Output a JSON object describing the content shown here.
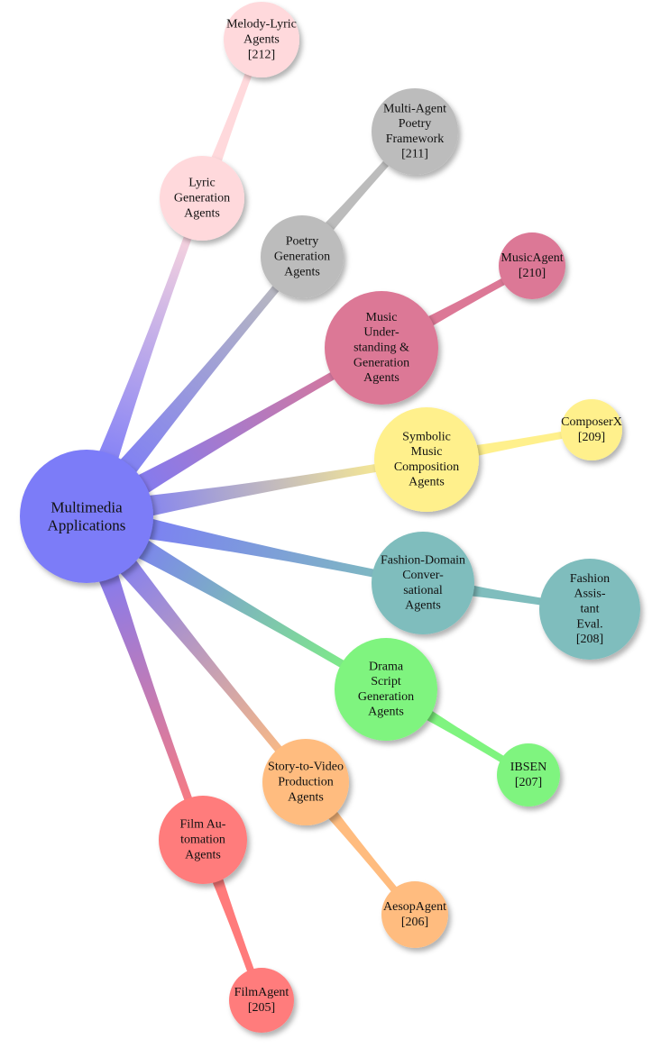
{
  "mindmap": {
    "root": {
      "lines": [
        "Multimedia",
        "Applications"
      ],
      "color": "#7b7bf8"
    },
    "branches": [
      {
        "id": "lyric",
        "lines": [
          "Lyric",
          "Generation",
          "Agents"
        ],
        "color": "#ffd9dc",
        "children": [
          {
            "id": "melody-lyric",
            "lines": [
              "Melody-Lyric",
              "Agents",
              "[212]"
            ],
            "color": "#ffd9dc"
          }
        ]
      },
      {
        "id": "poetry",
        "lines": [
          "Poetry",
          "Generation",
          "Agents"
        ],
        "color": "#bcbcbc",
        "children": [
          {
            "id": "multi-agent-poetry",
            "lines": [
              "Multi-Agent",
              "Poetry",
              "Framework",
              "[211]"
            ],
            "color": "#bcbcbc"
          }
        ]
      },
      {
        "id": "music",
        "lines": [
          "Music",
          "Under-",
          "standing &",
          "Generation",
          "Agents"
        ],
        "color": "#dc7896",
        "children": [
          {
            "id": "musicagent",
            "lines": [
              "MusicAgent",
              "[210]"
            ],
            "color": "#dc7896"
          }
        ]
      },
      {
        "id": "symbolic",
        "lines": [
          "Symbolic",
          "Music",
          "Composition",
          "Agents"
        ],
        "color": "#fff08c",
        "children": [
          {
            "id": "composerx",
            "lines": [
              "ComposerX",
              "[209]"
            ],
            "color": "#fff08c"
          }
        ]
      },
      {
        "id": "fashion",
        "lines": [
          "Fashion-Domain",
          "Conver-",
          "sational",
          "Agents"
        ],
        "color": "#7fbdbd",
        "children": [
          {
            "id": "fashion-assistant",
            "lines": [
              "Fashion",
              "Assis-",
              "tant",
              "Eval.",
              "[208]"
            ],
            "color": "#7fbdbd"
          }
        ]
      },
      {
        "id": "drama",
        "lines": [
          "Drama",
          "Script",
          "Generation",
          "Agents"
        ],
        "color": "#7ff47f",
        "children": [
          {
            "id": "ibsen",
            "lines": [
              "IBSEN",
              "[207]"
            ],
            "color": "#7ff47f"
          }
        ]
      },
      {
        "id": "story-video",
        "lines": [
          "Story-to-Video",
          "Production",
          "Agents"
        ],
        "color": "#ffbc7f",
        "children": [
          {
            "id": "aesopagent",
            "lines": [
              "AesopAgent",
              "[206]"
            ],
            "color": "#ffbc7f"
          }
        ]
      },
      {
        "id": "film",
        "lines": [
          "Film Au-",
          "tomation",
          "Agents"
        ],
        "color": "#ff7b7b",
        "children": [
          {
            "id": "filmagent",
            "lines": [
              "FilmAgent",
              "[205]"
            ],
            "color": "#ff7b7b"
          }
        ]
      }
    ]
  }
}
